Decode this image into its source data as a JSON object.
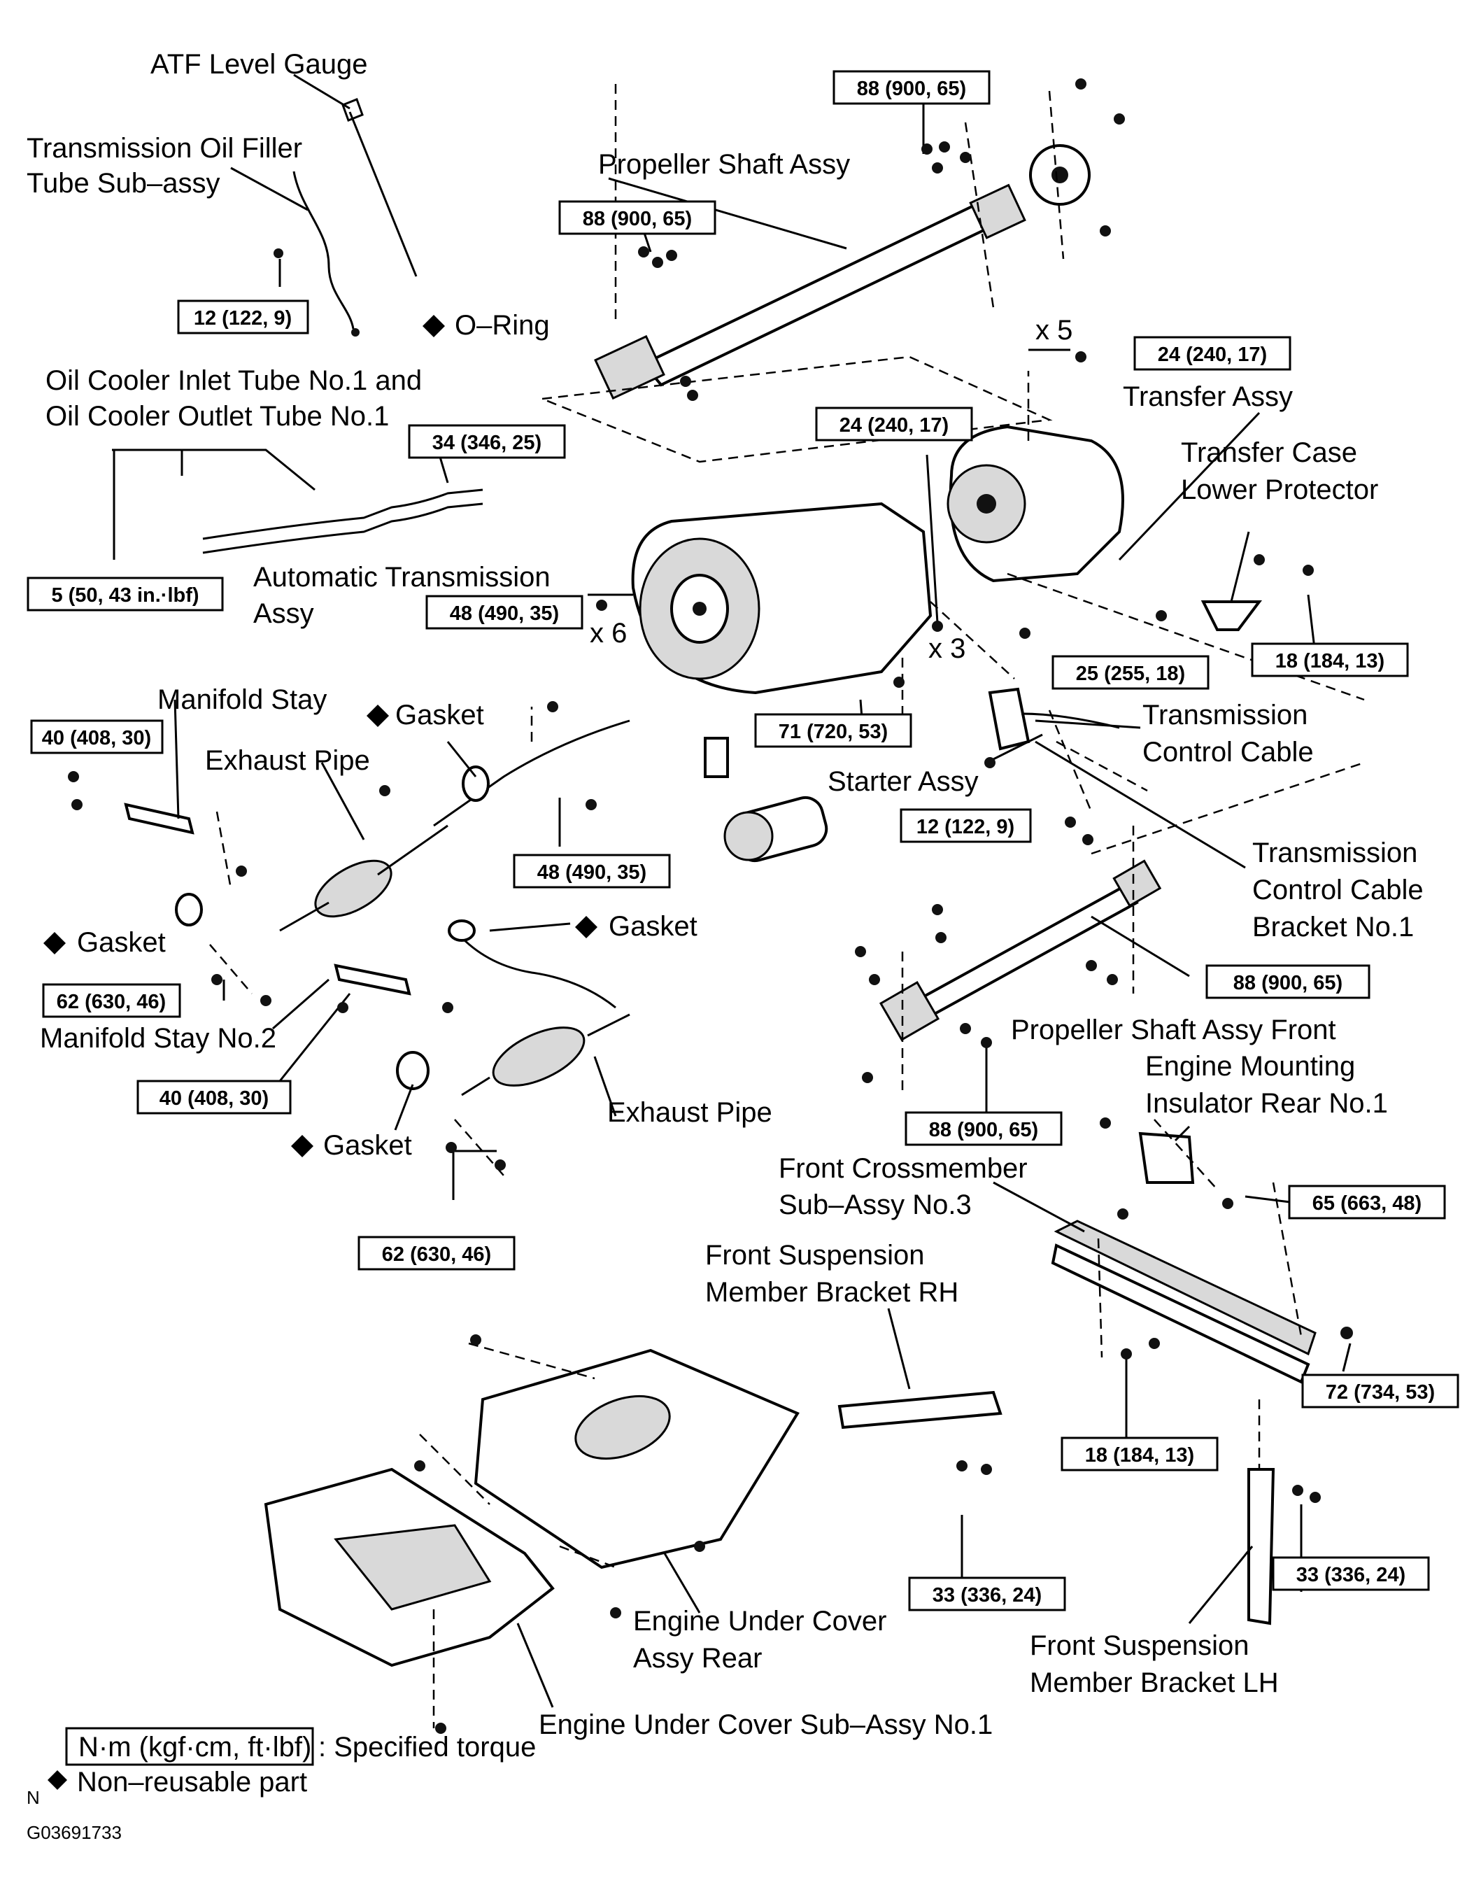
{
  "labels": {
    "atf_level_gauge": "ATF Level Gauge",
    "trans_oil_filler_1": "Transmission Oil Filler",
    "trans_oil_filler_2": "Tube Sub–assy",
    "o_ring": "O–Ring",
    "oil_cooler_1": "Oil Cooler Inlet Tube No.1 and",
    "oil_cooler_2": "Oil Cooler Outlet Tube No.1",
    "propeller_shaft": "Propeller Shaft Assy",
    "transfer_assy": "Transfer Assy",
    "transfer_case_1": "Transfer Case",
    "transfer_case_2": "Lower Protector",
    "auto_trans_1": "Automatic Transmission",
    "auto_trans_2": "Assy",
    "x6": "x 6",
    "x3": "x 3",
    "x5": "x 5",
    "manifold_stay": "Manifold Stay",
    "gasket_top": "Gasket",
    "exhaust_pipe_top": "Exhaust Pipe",
    "trans_control_cable_1": "Transmission",
    "trans_control_cable_2": "Control Cable",
    "starter_assy": "Starter Assy",
    "gasket_left": "Gasket",
    "gasket_mid": "Gasket",
    "tcc_bracket_1": "Transmission",
    "tcc_bracket_2": "Control Cable",
    "tcc_bracket_3": "Bracket No.1",
    "manifold_stay_2": "Manifold Stay No.2",
    "prop_front": "Propeller Shaft Assy Front",
    "engine_mount_1": "Engine Mounting",
    "engine_mount_2": "Insulator Rear No.1",
    "exhaust_pipe_bottom": "Exhaust Pipe",
    "gasket_bottom": "Gasket",
    "front_crossmember_1": "Front Crossmember",
    "front_crossmember_2": "Sub–Assy No.3",
    "front_susp_rh_1": "Front Suspension",
    "front_susp_rh_2": "Member Bracket RH",
    "engine_under_rear_1": "Engine Under Cover",
    "engine_under_rear_2": "Assy Rear",
    "front_susp_lh_1": "Front Suspension",
    "front_susp_lh_2": "Member Bracket LH",
    "engine_under_no1": "Engine Under Cover Sub–Assy No.1"
  },
  "torques": {
    "t88_top": "88 (900, 65)",
    "t88_left": "88 (900, 65)",
    "t12_atf": "12 (122, 9)",
    "t24_transfer": "24 (240, 17)",
    "t34": "34 (346, 25)",
    "t24_trans": "24 (240, 17)",
    "t5": "5 (50, 43 in.·lbf)",
    "t48_trans": "48 (490, 35)",
    "t25": "25 (255, 18)",
    "t18_protector": "18 (184, 13)",
    "t40_top": "40 (408, 30)",
    "t71": "71 (720, 53)",
    "t12_cable": "12 (122, 9)",
    "t48_exhaust": "48 (490, 35)",
    "t62_left": "62 (630, 46)",
    "t88_front_right": "88 (900, 65)",
    "t40_bottom": "40 (408, 30)",
    "t88_front_bottom": "88 (900, 65)",
    "t65": "65 (663, 48)",
    "t62_bottom": "62 (630, 46)",
    "t72": "72 (734, 53)",
    "t18_cross": "18 (184, 13)",
    "t33_rh": "33 (336, 24)",
    "t33_lh": "33 (336, 24)"
  },
  "legend": {
    "unit_box": "N·m (kgf·cm, ft·lbf)",
    "unit_text": ": Specified torque",
    "non_reusable": "Non–reusable part",
    "corner_n": "N",
    "figure_id": "G03691733"
  }
}
